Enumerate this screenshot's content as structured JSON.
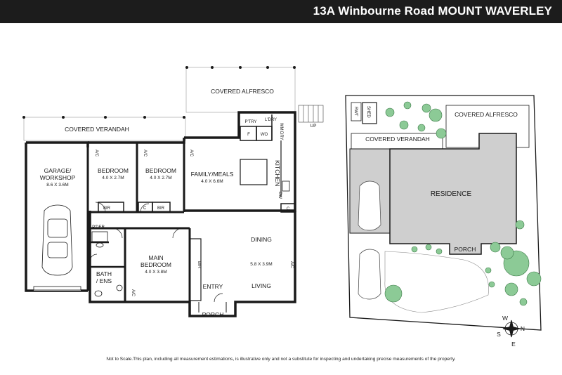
{
  "header": {
    "title": "13A Winbourne Road MOUNT WAVERLEY",
    "background": "#1c1c1c"
  },
  "floorplan": {
    "rooms": {
      "covered_alfresco": "COVERED ALFRESCO",
      "covered_verandah": "COVERED VERANDAH",
      "up": "UP",
      "garage_line1": "GARAGE/",
      "garage_line2": "WORKSHOP",
      "garage_dim": "8.6 X 3.6M",
      "bedroom2": "BEDROOM",
      "bedroom2_dim": "4.0 X 2.7M",
      "bedroom3": "BEDROOM",
      "bedroom3_dim": "4.0 X 2.7M",
      "family": "FAMILY/MEALS",
      "family_dim": "4.0 X 6.6M",
      "kitchen": "KITCHEN",
      "pantry": "P'TRY",
      "laundry": "L'DRY",
      "fridge": "F",
      "wall_oven": "WO",
      "dishwasher": "DW",
      "washing_machine": "WM",
      "dryer": "DRY",
      "bir1": "BIR",
      "bir2": "BIR",
      "bir3": "BIR",
      "cupboard1": "C",
      "cupboard2": "C",
      "powder": "P'DER",
      "main_bedroom1": "MAIN",
      "main_bedroom2": "BEDROOM",
      "main_bedroom_dim": "4.0 X 3.8M",
      "bath1": "BATH",
      "bath2": "/ ENS",
      "dining": "DINING",
      "living": "LIVING",
      "living_dim": "5.8 X 3.9M",
      "entry": "ENTRY",
      "porch": "PORCH",
      "ac": "A/C"
    }
  },
  "siteplan": {
    "covered_alfresco": "COVERED ALFRESCO",
    "covered_verandah": "COVERED VERANDAH",
    "residence": "RESIDENCE",
    "porch": "PORCH",
    "rwt": "RWT",
    "shed": "SHED"
  },
  "compass": {
    "w": "W",
    "n": "N",
    "s": "S",
    "e": "E"
  },
  "disclaimer": "Not to Scale.This plan, including all measurement estimations, is illustrative only and not a substitute for inspecting and undertaking precise measurements of the property.",
  "colors": {
    "wall": "#1a1a1a",
    "site_fill": "#cfcfcf",
    "tree": "#7fc28a"
  }
}
